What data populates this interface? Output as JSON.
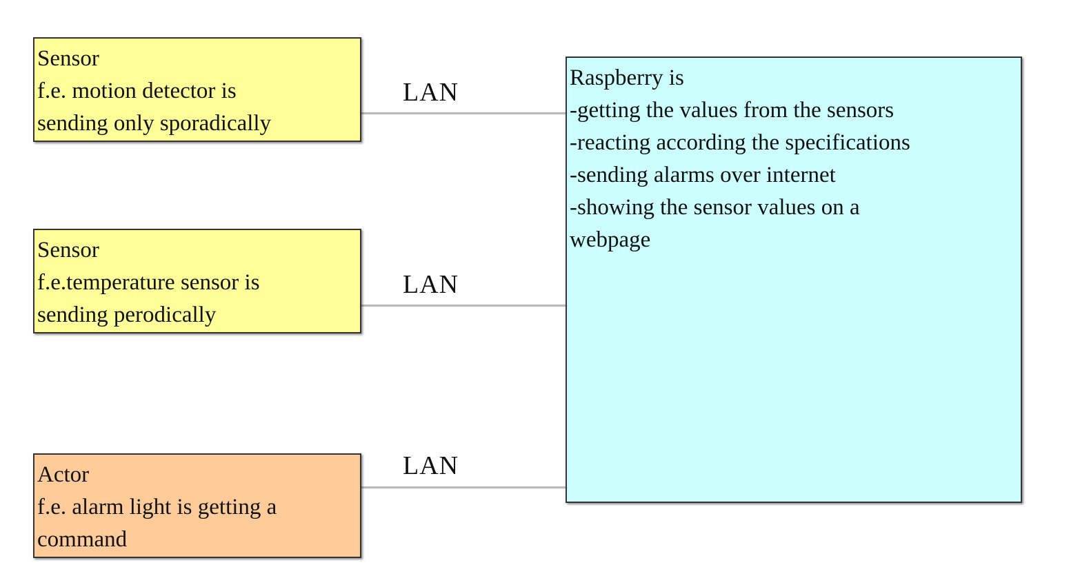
{
  "colors": {
    "sensor_fill": "#ffff99",
    "actor_fill": "#ffcc99",
    "raspberry_fill": "#ccffff",
    "connector": "#b8b8b8",
    "border": "#333333"
  },
  "nodes": {
    "sensor1": {
      "lines": [
        "Sensor",
        "f.e. motion detector is",
        "sending only sporadically"
      ]
    },
    "sensor2": {
      "lines": [
        "Sensor",
        "f.e.temperature sensor is",
        "sending perodically"
      ]
    },
    "actor": {
      "lines": [
        "Actor",
        "f.e. alarm light is getting a",
        "command"
      ]
    },
    "raspberry": {
      "lines": [
        "Raspberry is",
        "-getting the values from the sensors",
        "-reacting according the specifications",
        "-sending alarms over internet",
        "-showing the sensor values on a",
        "webpage"
      ]
    }
  },
  "edges": [
    {
      "from": "sensor1",
      "to": "raspberry",
      "label": "LAN"
    },
    {
      "from": "sensor2",
      "to": "raspberry",
      "label": "LAN"
    },
    {
      "from": "actor",
      "to": "raspberry",
      "label": "LAN"
    }
  ]
}
